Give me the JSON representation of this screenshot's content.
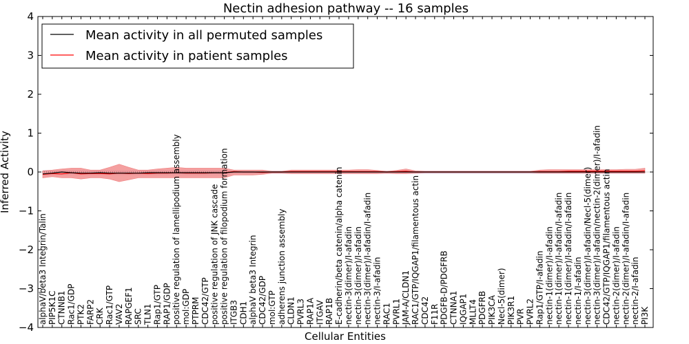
{
  "chart_data": {
    "type": "line",
    "title": "Nectin adhesion pathway -- 16 samples",
    "xlabel": "Cellular Entities",
    "ylabel": "Inferred Activity",
    "ylim": [
      -4,
      4
    ],
    "yticks": [
      -4,
      -3,
      -2,
      -1,
      0,
      1,
      2,
      3,
      4
    ],
    "grid": false,
    "legend_position": "top-left",
    "categories": [
      "alphaV/beta3 Integrin/Talin",
      "PIP5K1C",
      "CTNNB1",
      "Rac1/GDP",
      "PTK2",
      "FARP2",
      "CRK",
      "Rac1/GTP",
      "VAV2",
      "RAPGEF1",
      "SRC",
      "TLN1",
      "Rap1/GTP",
      "RAP1/GDP",
      "positive regulation of lamellipodium assembly",
      "mol:GDP",
      "PTPRM",
      "CDC42/GTP",
      "positive regulation of JNK cascade",
      "positive regulation of filopodium formation",
      "ITGB3",
      "CDH1",
      "alphaV beta3 Integrin",
      "CDC42/GDP",
      "mol:GTP",
      "adherens junction assembly",
      "CLDN1",
      "PVRL3",
      "RAP1A",
      "ITGAV",
      "RAP1B",
      "E-cadherin/beta catenin/alpha catenin",
      "nectin-3(dimer)/I-afadin",
      "nectin-3(dimer)/I-afadin",
      "nectin-3(dimer)/I-afadin/I-afadin",
      "nectin-3/I-afadin",
      "RAC1",
      "PVRL1",
      "JAM-A/CLDN1",
      "RAC1/GTP/IQGAP1/filamentous actin",
      "CDC42",
      "F11R",
      "PDGFB-D/PDGFRB",
      "CTNNA1",
      "IQGAP1",
      "MLLT4",
      "PDGFRB",
      "PIK3CA",
      "Necl-5(dimer)",
      "PIK3R1",
      "PVR",
      "PVRL2",
      "Rap1/GTP/I-afadin",
      "nectin-1(dimer)/I-afadin",
      "nectin-1(dimer)/I-afadin/I-afadin",
      "nectin-1(dimer)/I-afadin/I-afadin",
      "nectin-1/I-afadin",
      "nectin-3(dimer)/I-afadin/Necl-5(dimer)",
      "nectin-3(dimer)/I-afadin/nectin-2(dimer)/I-afadin",
      "CDC42/GTP/IQGAP1/filamentous actin",
      "nectin-2(dimer)/I-afadin",
      "nectin-2(dimer)/I-afadin/I-afadin",
      "nectin-2/I-afadin",
      "PI3K"
    ],
    "series": [
      {
        "name": "Mean activity in all permuted samples",
        "color": "#000000",
        "values": [
          -0.05,
          -0.03,
          0.0,
          -0.02,
          -0.03,
          -0.03,
          -0.02,
          -0.03,
          -0.03,
          -0.03,
          -0.03,
          -0.02,
          -0.02,
          -0.02,
          -0.02,
          -0.02,
          -0.02,
          -0.02,
          -0.02,
          -0.02,
          0.0,
          0.0,
          0.0,
          0.0,
          0.0,
          0.0,
          0.0,
          0.0,
          0.0,
          0.0,
          0.0,
          0.0,
          0.0,
          0.0,
          0.0,
          0.0,
          0.0,
          0.0,
          0.0,
          0.0,
          0.0,
          0.0,
          0.0,
          0.0,
          0.0,
          0.0,
          0.0,
          0.0,
          0.0,
          0.0,
          0.0,
          0.0,
          0.0,
          0.0,
          0.0,
          0.0,
          0.0,
          0.0,
          0.0,
          0.0,
          0.0,
          0.0,
          0.0,
          0.0
        ]
      },
      {
        "name": "Mean activity in patient samples",
        "color": "#ff0000",
        "values": [
          -0.06,
          -0.04,
          -0.05,
          -0.02,
          -0.05,
          -0.04,
          -0.04,
          -0.05,
          -0.03,
          -0.04,
          -0.03,
          -0.04,
          -0.03,
          -0.03,
          -0.02,
          -0.03,
          -0.03,
          -0.03,
          -0.02,
          -0.02,
          0.01,
          0.0,
          0.0,
          -0.01,
          0.0,
          0.0,
          0.01,
          0.01,
          0.01,
          0.01,
          0.01,
          0.01,
          0.01,
          0.01,
          0.01,
          0.01,
          0.0,
          0.01,
          0.02,
          0.0,
          0.0,
          0.0,
          0.0,
          0.0,
          0.0,
          0.0,
          0.0,
          0.0,
          0.0,
          0.0,
          0.0,
          0.0,
          0.01,
          0.01,
          0.01,
          0.02,
          0.02,
          0.02,
          0.02,
          0.02,
          0.02,
          0.02,
          0.02,
          0.03
        ]
      }
    ],
    "band": {
      "color": "#f08080",
      "upper": [
        0.03,
        0.05,
        0.08,
        0.1,
        0.1,
        0.05,
        0.05,
        0.12,
        0.2,
        0.12,
        0.05,
        0.05,
        0.08,
        0.1,
        0.12,
        0.1,
        0.1,
        0.1,
        0.1,
        0.1,
        0.05,
        0.05,
        0.05,
        0.05,
        0.02,
        0.02,
        0.05,
        0.05,
        0.05,
        0.05,
        0.05,
        0.05,
        0.05,
        0.06,
        0.06,
        0.04,
        0.02,
        0.04,
        0.08,
        0.03,
        0.02,
        0.02,
        0.02,
        0.02,
        0.02,
        0.02,
        0.02,
        0.02,
        0.02,
        0.02,
        0.02,
        0.02,
        0.05,
        0.06,
        0.06,
        0.06,
        0.06,
        0.06,
        0.06,
        0.06,
        0.06,
        0.07,
        0.07,
        0.1
      ],
      "lower": [
        -0.15,
        -0.12,
        -0.15,
        -0.15,
        -0.18,
        -0.15,
        -0.15,
        -0.18,
        -0.25,
        -0.2,
        -0.15,
        -0.15,
        -0.15,
        -0.15,
        -0.15,
        -0.15,
        -0.15,
        -0.15,
        -0.15,
        -0.15,
        -0.08,
        -0.08,
        -0.08,
        -0.06,
        -0.03,
        -0.03,
        -0.04,
        -0.04,
        -0.04,
        -0.04,
        -0.04,
        -0.04,
        -0.04,
        -0.04,
        -0.04,
        -0.04,
        -0.03,
        -0.04,
        -0.04,
        -0.03,
        -0.02,
        -0.02,
        -0.02,
        -0.02,
        -0.02,
        -0.02,
        -0.02,
        -0.02,
        -0.02,
        -0.02,
        -0.02,
        -0.02,
        -0.03,
        -0.03,
        -0.03,
        -0.03,
        -0.03,
        -0.03,
        -0.03,
        -0.03,
        -0.03,
        -0.03,
        -0.03,
        -0.03
      ]
    },
    "permuted_band": {
      "color": "#c8c8e6",
      "upper": [
        0.05,
        0.05,
        0.05,
        0.05,
        0.05,
        0.05,
        0.05,
        0.05,
        0.05,
        0.05,
        0.05,
        0.05,
        0.05,
        0.05,
        0.05,
        0.05,
        0.05,
        0.05,
        0.05,
        0.05,
        0.03,
        0.03,
        0.03,
        0.03,
        0.03,
        0.03,
        0.03,
        0.03,
        0.03,
        0.03,
        0.03,
        0.03,
        0.03,
        0.03,
        0.03,
        0.03,
        0.03,
        0.03,
        0.03,
        0.03,
        0.03,
        0.03,
        0.03,
        0.03,
        0.03,
        0.03,
        0.03,
        0.03,
        0.03,
        0.03,
        0.03,
        0.03,
        0.03,
        0.03,
        0.03,
        0.03,
        0.03,
        0.03,
        0.03,
        0.03,
        0.03,
        0.03,
        0.03,
        0.03
      ],
      "lower": [
        -0.1,
        -0.08,
        -0.08,
        -0.08,
        -0.08,
        -0.08,
        -0.08,
        -0.08,
        -0.08,
        -0.08,
        -0.08,
        -0.08,
        -0.08,
        -0.08,
        -0.08,
        -0.08,
        -0.08,
        -0.08,
        -0.08,
        -0.08,
        -0.05,
        -0.05,
        -0.05,
        -0.05,
        -0.05,
        -0.05,
        -0.05,
        -0.05,
        -0.05,
        -0.05,
        -0.05,
        -0.05,
        -0.05,
        -0.05,
        -0.05,
        -0.05,
        -0.05,
        -0.05,
        -0.05,
        -0.05,
        -0.05,
        -0.05,
        -0.05,
        -0.05,
        -0.05,
        -0.05,
        -0.05,
        -0.05,
        -0.05,
        -0.05,
        -0.05,
        -0.05,
        -0.05,
        -0.05,
        -0.05,
        -0.05,
        -0.05,
        -0.05,
        -0.05,
        -0.05,
        -0.05,
        -0.05,
        -0.05,
        -0.05
      ]
    }
  }
}
